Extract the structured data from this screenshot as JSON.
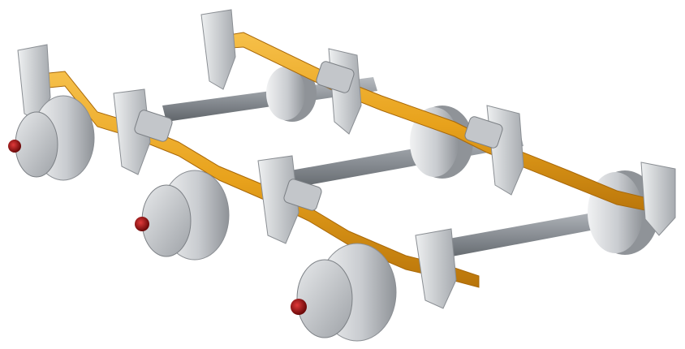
{
  "image": {
    "subject": "tri-axle-trailer-suspension",
    "background_color": "#ffffff",
    "colors": {
      "steel_light": "#d9dcdf",
      "steel_mid": "#a9adb2",
      "steel_dark": "#6e7378",
      "axle_beam": "#8b9096",
      "leaf_spring": "#e8a21c",
      "leaf_spring_dark": "#b8740a",
      "hub_cap_red": "#b01818"
    },
    "components": {
      "axles": 3,
      "brake_drums": 6,
      "leaf_springs": 6,
      "hanger_brackets": 8,
      "equalizers": 4
    }
  }
}
